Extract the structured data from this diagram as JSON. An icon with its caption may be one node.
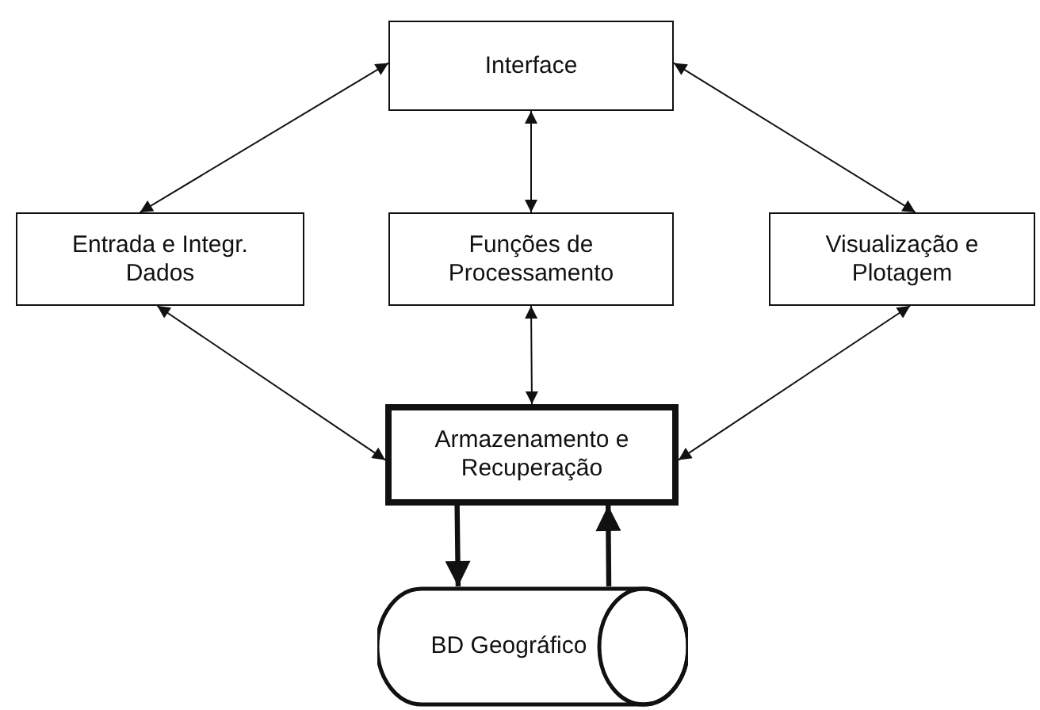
{
  "diagram": {
    "nodes": [
      {
        "text": [
          "Interface"
        ]
      },
      {
        "text": [
          "Entrada e Integr. Dados"
        ]
      },
      {
        "text": [
          "Funções de Processamento"
        ]
      },
      {
        "text": [
          "Visualização e Plotagem"
        ]
      },
      {
        "text": [
          "Armazenamento e Recuperação"
        ]
      },
      {
        "text": [
          "BD Geográfico"
        ]
      }
    ],
    "edges": [
      {
        "from": 0,
        "to": 1,
        "arrow": "both"
      },
      {
        "from": 0,
        "to": 2,
        "arrow": "both"
      },
      {
        "from": 0,
        "to": 3,
        "arrow": "both"
      },
      {
        "from": 1,
        "to": 4,
        "arrow": "both"
      },
      {
        "from": 2,
        "to": 4,
        "arrow": "both"
      },
      {
        "from": 3,
        "to": 4,
        "arrow": "both"
      },
      {
        "from": 4,
        "to": 5,
        "arrow": "to",
        "style": "thick"
      },
      {
        "from": 5,
        "to": 4,
        "arrow": "to",
        "style": "thick"
      }
    ]
  }
}
